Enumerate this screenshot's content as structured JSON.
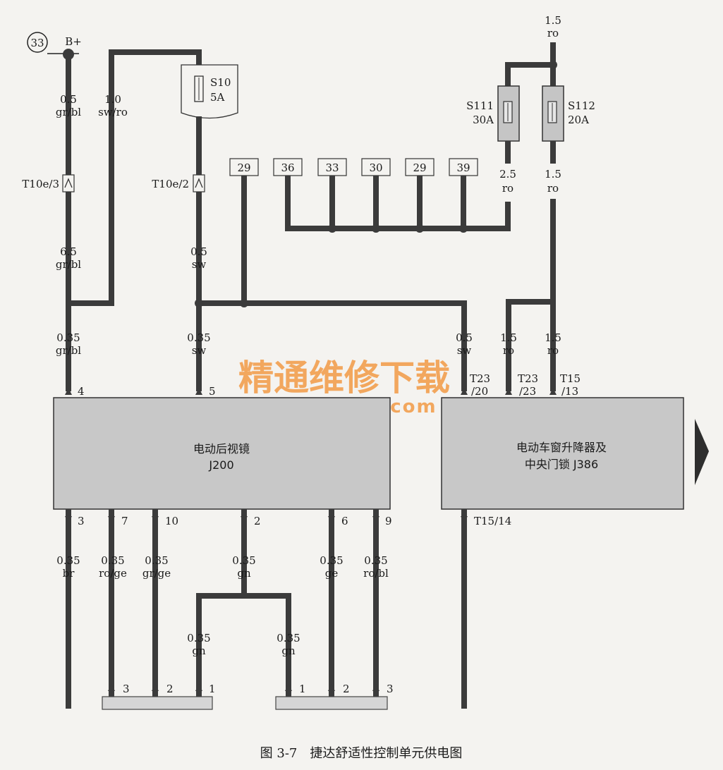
{
  "circle_terminal": "33",
  "bplus": "B+",
  "fuses": {
    "s10": {
      "name": "S10",
      "rating": "5A"
    },
    "s111": {
      "name": "S111",
      "rating": "30A"
    },
    "s112": {
      "name": "S112",
      "rating": "20A"
    }
  },
  "top_feed": {
    "size": "1.5",
    "color": "ro"
  },
  "connectors": {
    "t10e3": "T10e/3",
    "t10e2": "T10e/2"
  },
  "ground_boxes": [
    "29",
    "36",
    "33",
    "30",
    "29",
    "39"
  ],
  "wires": {
    "w1": {
      "size": "0.5",
      "color": "gr/bl"
    },
    "w2": {
      "size": "1.0",
      "color": "sw/ro"
    },
    "w3": {
      "size": "6.5",
      "color": "gr/bl"
    },
    "w4": {
      "size": "0.5",
      "color": "sw"
    },
    "w5": {
      "size": "2.5",
      "color": "ro"
    },
    "w6": {
      "size": "1.5",
      "color": "ro"
    },
    "w7": {
      "size": "0.35",
      "color": "gr/bl"
    },
    "w8": {
      "size": "0.35",
      "color": "sw"
    },
    "w9": {
      "size": "0.5",
      "color": "sw"
    },
    "w10": {
      "size": "1.5",
      "color": "ro"
    },
    "w11": {
      "size": "1.5",
      "color": "ro"
    },
    "b1": {
      "size": "0.35",
      "color": "br"
    },
    "b2": {
      "size": "0.35",
      "color": "ro/ge"
    },
    "b3": {
      "size": "0.35",
      "color": "gr/ge"
    },
    "b4": {
      "size": "0.35",
      "color": "gn"
    },
    "b5": {
      "size": "0.35",
      "color": "ge"
    },
    "b6": {
      "size": "0.35",
      "color": "ro/bl"
    },
    "b7": {
      "size": "0.35",
      "color": "gn"
    },
    "b8": {
      "size": "0.35",
      "color": "gn"
    }
  },
  "pins": {
    "p4": "4",
    "p5": "5",
    "t23_20a": "T23",
    "t23_20b": "/20",
    "t23_23a": "T23",
    "t23_23b": "/23",
    "t15_13a": "T15",
    "t15_13b": "/13",
    "p3": "3",
    "p7": "7",
    "p10": "10",
    "p2": "2",
    "p6": "6",
    "p9": "9",
    "t15_14": "T15/14",
    "c1_3": "3",
    "c1_2": "2",
    "c1_1": "1",
    "c2_1": "1",
    "c2_2": "2",
    "c2_3": "3"
  },
  "modules": {
    "j200_line1": "电动后视镜",
    "j200_line2": "J200",
    "j386_line1": "电动车窗升降器及",
    "j386_line2": "中央门锁 J386"
  },
  "watermark": {
    "line1": "精通维修下载",
    "line2": "www.gzweix.com"
  },
  "caption": "图 3-7　捷达舒适性控制单元供电图",
  "colors": {
    "wire": "#3b3b3b",
    "module_fill": "#c8c8c8",
    "watermark": "#f29a45"
  }
}
